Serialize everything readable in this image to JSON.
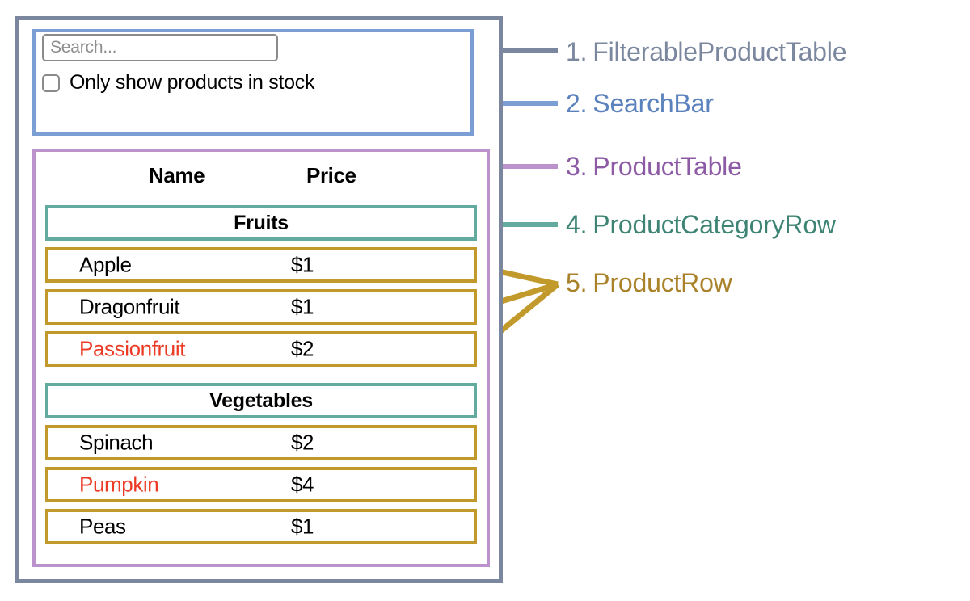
{
  "diagram": {
    "title": "React component hierarchy diagram",
    "colors": {
      "filterable_product_table": "#7b879e",
      "search_bar": "#7b9fd4",
      "product_table": "#bb92cc",
      "product_category_row": "#63ab9e",
      "product_row": "#c29a2b",
      "out_of_stock_text": "#ec3b24",
      "text": "#000000",
      "placeholder": "#8d8d8d"
    }
  },
  "search_bar": {
    "input": {
      "value": "",
      "placeholder": "Search..."
    },
    "checkbox": {
      "label": "Only show products in stock",
      "checked": false
    }
  },
  "product_table": {
    "columns": [
      "Name",
      "Price"
    ],
    "sections": [
      {
        "category": "Fruits",
        "rows": [
          {
            "name": "Apple",
            "price": "$1",
            "in_stock": true
          },
          {
            "name": "Dragonfruit",
            "price": "$1",
            "in_stock": true
          },
          {
            "name": "Passionfruit",
            "price": "$2",
            "in_stock": false
          }
        ]
      },
      {
        "category": "Vegetables",
        "rows": [
          {
            "name": "Spinach",
            "price": "$2",
            "in_stock": true
          },
          {
            "name": "Pumpkin",
            "price": "$4",
            "in_stock": false
          },
          {
            "name": "Peas",
            "price": "$1",
            "in_stock": true
          }
        ]
      }
    ]
  },
  "legend": [
    {
      "num": "1.",
      "label": "FilterableProductTable",
      "color": "#7b879e"
    },
    {
      "num": "2.",
      "label": "SearchBar",
      "color": "#5b82bd"
    },
    {
      "num": "3.",
      "label": "ProductTable",
      "color": "#8d5ba5"
    },
    {
      "num": "4.",
      "label": "ProductCategoryRow",
      "color": "#3e8474"
    },
    {
      "num": "5.",
      "label": "ProductRow",
      "color": "#a9822a"
    }
  ]
}
